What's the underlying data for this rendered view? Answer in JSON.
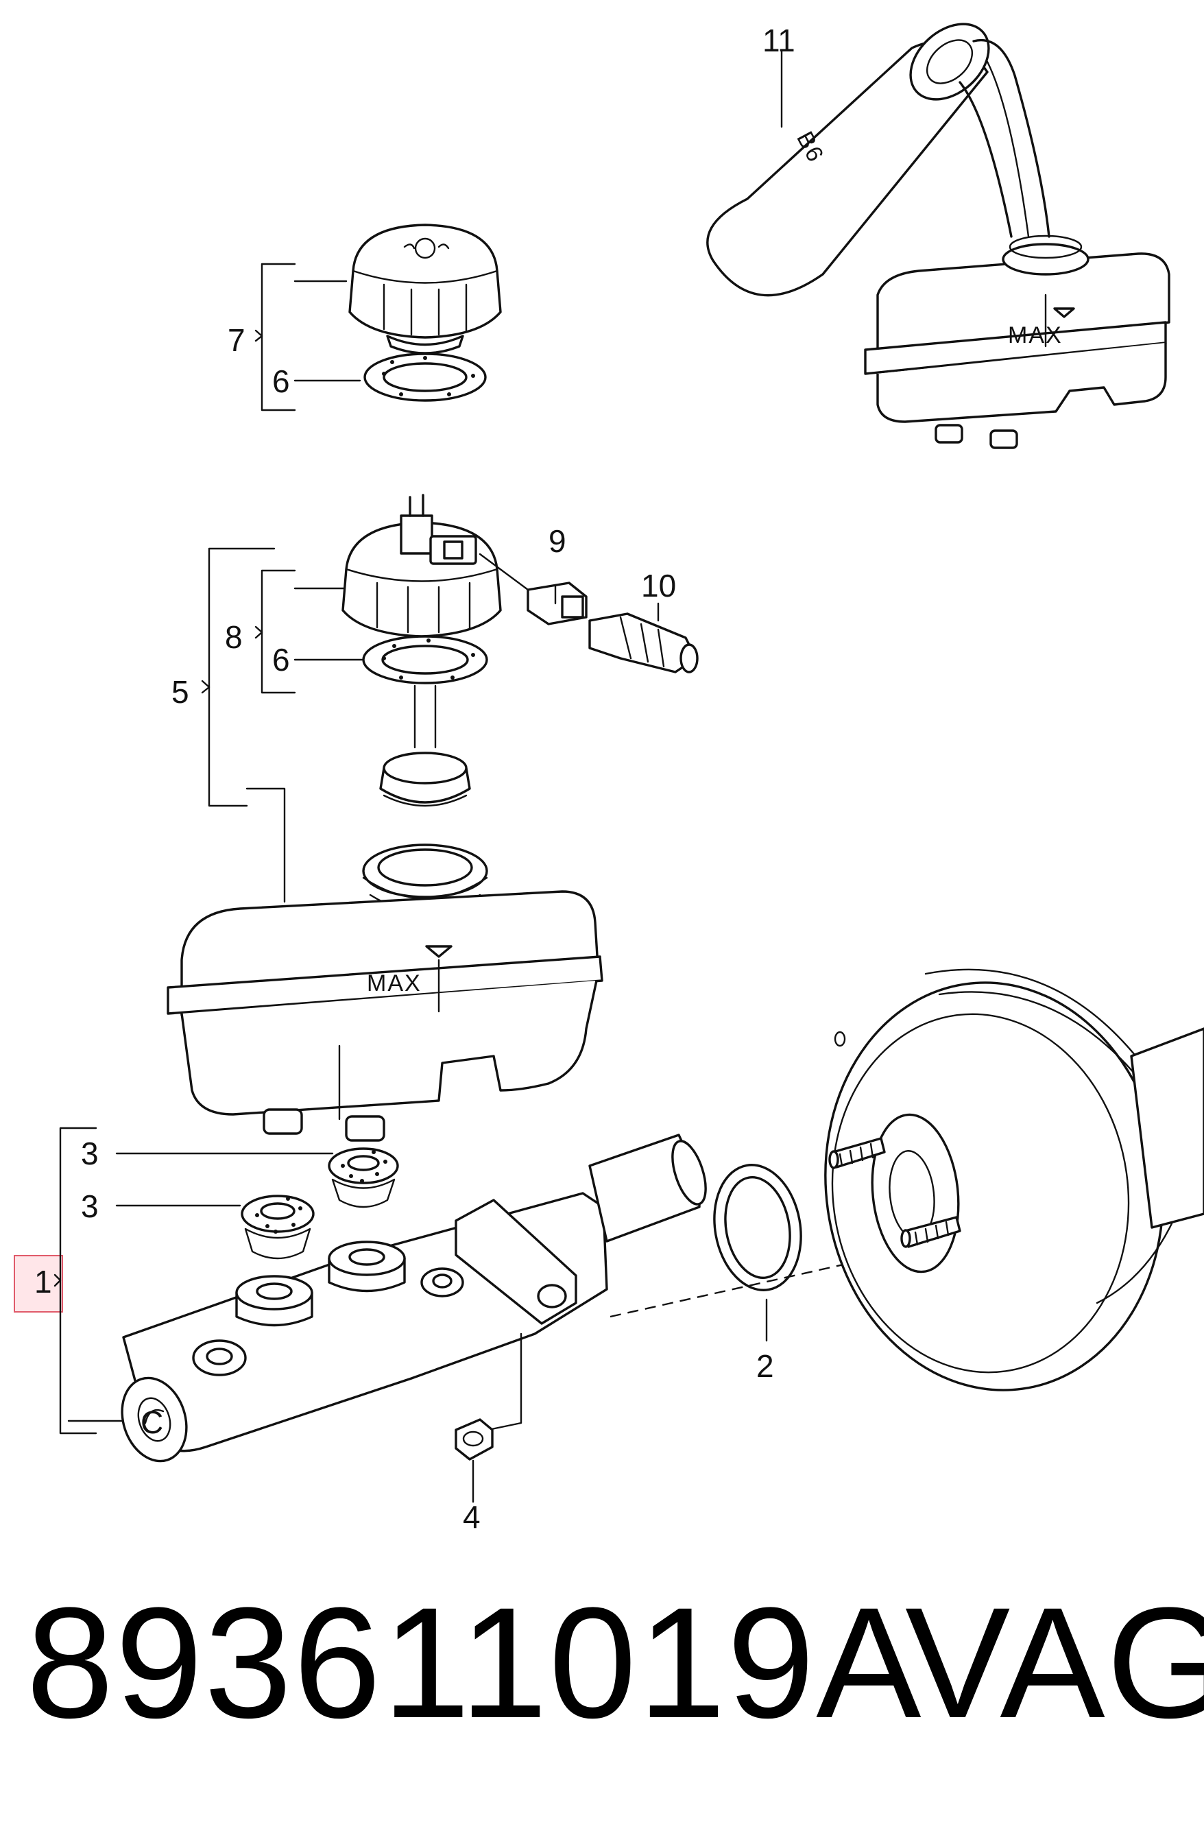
{
  "diagram": {
    "callouts": {
      "c1": "1",
      "c2": "2",
      "c3a": "3",
      "c3b": "3",
      "c4": "4",
      "c5": "5",
      "c6a": "6",
      "c6b": "6",
      "c7": "7",
      "c8": "8",
      "c9": "9",
      "c10": "10",
      "c11": "11"
    },
    "reservoir_label": "MAX",
    "small_reservoir_label": "MAX",
    "bottle_label": "B6",
    "cylinder_mark": "C",
    "highlighted_callout": "1"
  },
  "footer": {
    "part_number": "893611019A",
    "brand": "VAG"
  }
}
